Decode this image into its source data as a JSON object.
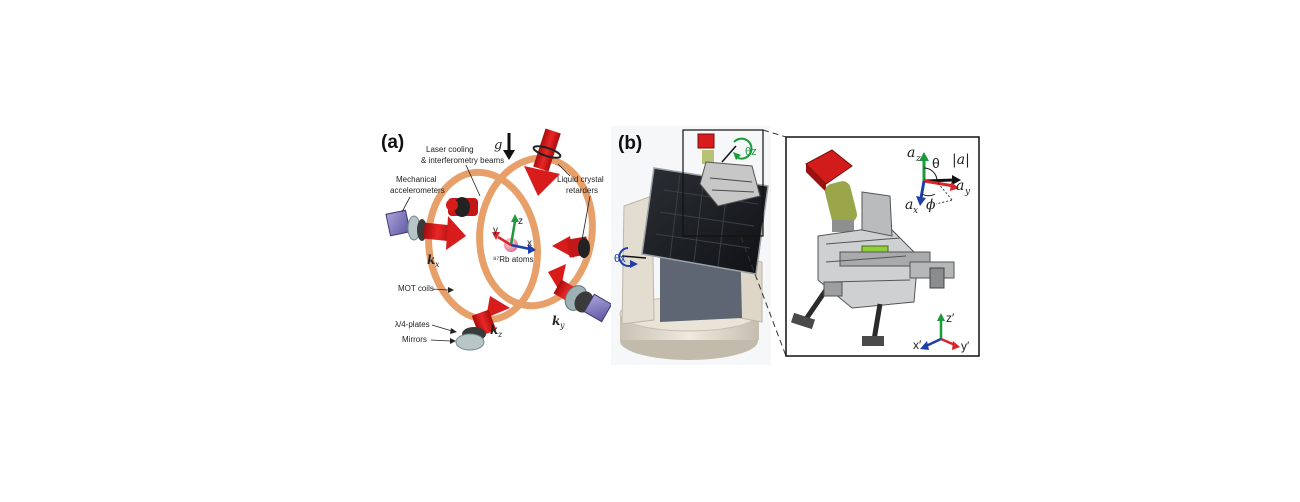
{
  "panel_a": {
    "tag": "(a)",
    "gravity": "g",
    "laser_beams": [
      "Laser cooling",
      "& interferometry beams"
    ],
    "accelerometers": [
      "Mechanical",
      "accelerometers"
    ],
    "retarders": [
      "Liquid crystal",
      "retarders"
    ],
    "atoms": "⁸⁷Rb atoms",
    "axis_z": "z",
    "axis_y": "y",
    "axis_x": "x",
    "mot_coils": "MOT coils",
    "plates": "λ/4-plates",
    "mirrors": "Mirrors",
    "kx": "k",
    "kx_sub": "x",
    "ky": "k",
    "ky_sub": "y",
    "kz": "k",
    "kz_sub": "z"
  },
  "panel_b": {
    "tag": "(b)",
    "theta_z": "θz",
    "theta_x": "θx",
    "inset": {
      "az": "a",
      "az_sub": "z",
      "ay": "a",
      "ay_sub": "y",
      "ax": "a",
      "ax_sub": "x",
      "theta": "θ",
      "phi": "ϕ",
      "mag": "|a|",
      "zp": "z′",
      "xp": "x′",
      "yp": "y′"
    }
  },
  "colors": {
    "beam_red": "#d81c1c",
    "coil_orange": "#e8a06a",
    "axis_green": "#1a9a3a",
    "axis_blue": "#1f3fa8",
    "axis_red": "#d8262a"
  }
}
